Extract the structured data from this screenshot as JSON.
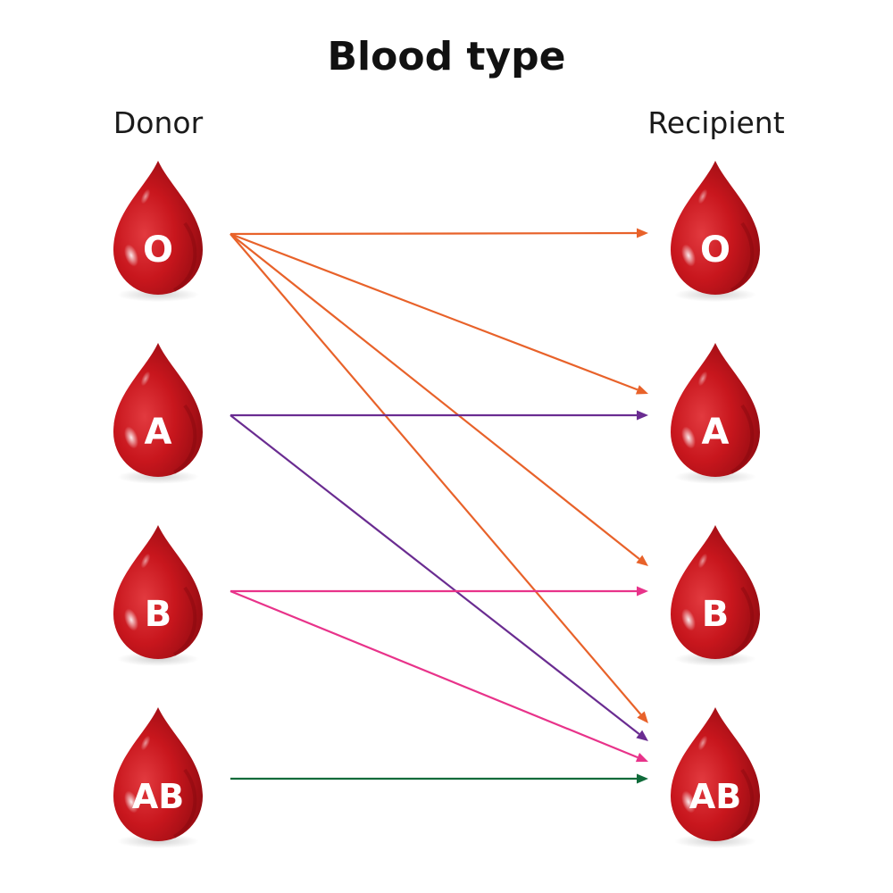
{
  "title": "Blood type",
  "donor_heading": "Donor",
  "recipient_heading": "Recipient",
  "donors": [
    {
      "label": "O"
    },
    {
      "label": "A"
    },
    {
      "label": "B"
    },
    {
      "label": "AB"
    }
  ],
  "recipients": [
    {
      "label": "O"
    },
    {
      "label": "A"
    },
    {
      "label": "B"
    },
    {
      "label": "AB"
    }
  ],
  "connections": [
    {
      "from": "O",
      "to": "O",
      "color": "#e8622a"
    },
    {
      "from": "O",
      "to": "A",
      "color": "#e8622a"
    },
    {
      "from": "O",
      "to": "B",
      "color": "#e8622a"
    },
    {
      "from": "O",
      "to": "AB",
      "color": "#e8622a"
    },
    {
      "from": "A",
      "to": "A",
      "color": "#6a2c91"
    },
    {
      "from": "A",
      "to": "AB",
      "color": "#6a2c91"
    },
    {
      "from": "B",
      "to": "B",
      "color": "#e8338a"
    },
    {
      "from": "B",
      "to": "AB",
      "color": "#e8338a"
    },
    {
      "from": "AB",
      "to": "AB",
      "color": "#0f6b3a"
    }
  ],
  "colors": {
    "drop_main": "#c8161d",
    "drop_dark": "#8e0c12",
    "drop_light": "#e2343a"
  }
}
